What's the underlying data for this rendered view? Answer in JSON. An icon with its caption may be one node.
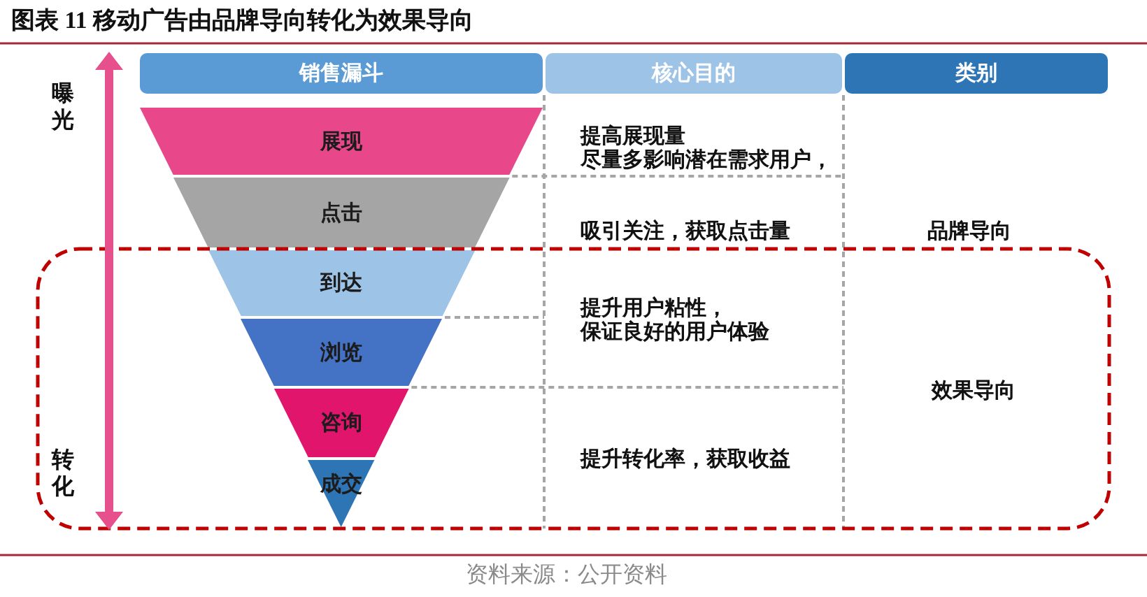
{
  "diagram": {
    "title": "图表 11 移动广告由品牌导向转化为效果导向",
    "caption": "资料来源：公开资料",
    "nodes": [
      {
        "text": [
          "销售漏斗"
        ]
      },
      {
        "text": [
          "核心目的"
        ]
      },
      {
        "text": [
          "类别"
        ]
      },
      {
        "text": [
          "展现"
        ]
      },
      {
        "text": [
          "点击"
        ]
      },
      {
        "text": [
          "到达"
        ]
      },
      {
        "text": [
          "浏览"
        ]
      },
      {
        "text": [
          "咨询"
        ]
      },
      {
        "text": [
          "成交"
        ]
      }
    ],
    "labels": [
      "曝光",
      "提高展现量",
      "尽量多影响潜在需求用户，",
      "吸引关注，获取点击量",
      "品牌导向",
      "提升用户粘性，",
      "保证良好的用户体验",
      "效果导向",
      "转化",
      "提升转化率，获取收益"
    ]
  }
}
